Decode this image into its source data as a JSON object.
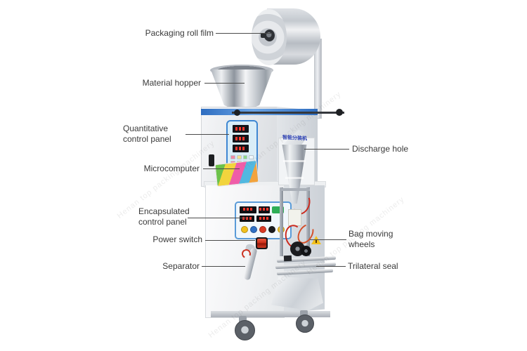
{
  "watermark": {
    "text": "Henan top packing machinery"
  },
  "machine": {
    "brand_text": "智能分装机"
  },
  "labels": {
    "left": [
      {
        "text": "Packaging roll film"
      },
      {
        "text": "Material hopper"
      },
      {
        "text": "Quantitative\ncontrol panel"
      },
      {
        "text": "Microcomputer"
      },
      {
        "text": "Encapsulated\ncontrol panel"
      },
      {
        "text": "Power switch"
      },
      {
        "text": "Separator"
      }
    ],
    "right": [
      {
        "text": "Discharge hole"
      },
      {
        "text": "Bag moving\nwheels"
      },
      {
        "text": "Trilateral seal"
      }
    ]
  },
  "colors": {
    "accent_blue": "#2e6dc0",
    "panel_border_blue": "#3f87d2",
    "power_switch_red": "#d93a26",
    "warning_yellow": "#f2c01d",
    "brand_text_blue": "#2b3fb5",
    "label_text": "#3a3a3a"
  }
}
